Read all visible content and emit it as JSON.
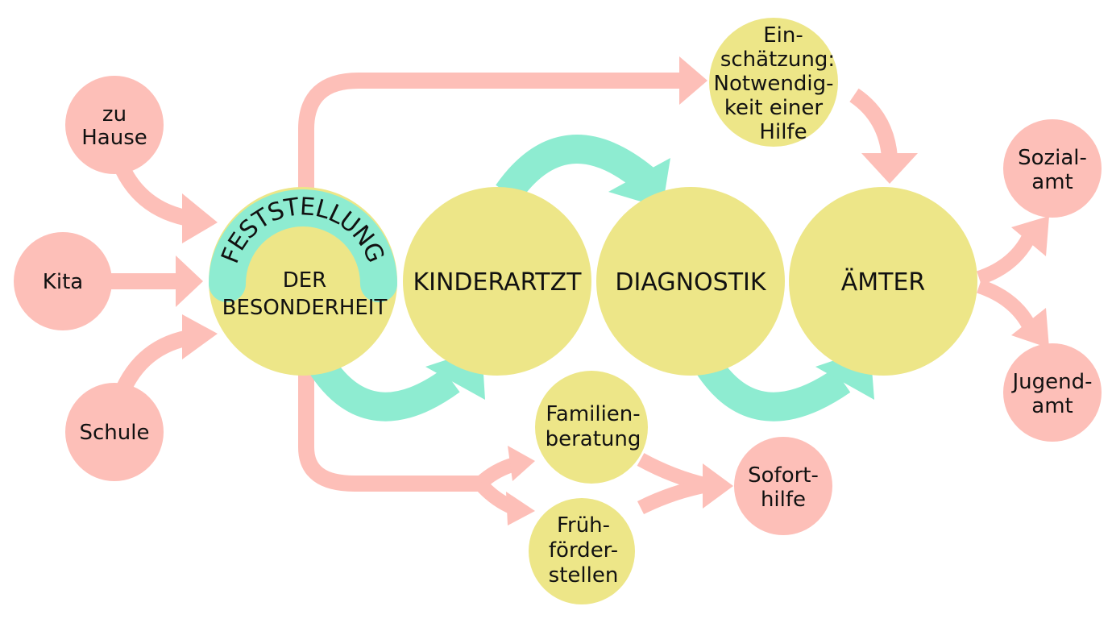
{
  "colors": {
    "pink": "#fdbfb8",
    "yellow": "#ede688",
    "teal": "#8eecd1",
    "text": "#111111"
  },
  "sources": {
    "home": [
      "zu",
      "Hause"
    ],
    "kita": [
      "Kita"
    ],
    "school": [
      "Schule"
    ]
  },
  "main": {
    "feststellung_arc": "FESTSTELLUNG",
    "feststellung": [
      "DER",
      "BESONDERHEIT"
    ],
    "kinderarzt": "KINDERARTZT",
    "diagnostik": "DIAGNOSTIK",
    "aemter": "ÄMTER"
  },
  "assessment": [
    "Ein-",
    "schätzung:",
    "Notwendig-",
    "keit einer",
    "Hilfe"
  ],
  "offices": {
    "social": [
      "Sozial-",
      "amt"
    ],
    "youth": [
      "Jugend-",
      "amt"
    ]
  },
  "services": {
    "family": [
      "Familien-",
      "beratung"
    ],
    "early": [
      "Früh-",
      "förder-",
      "stellen"
    ],
    "immediate": [
      "Sofort-",
      "hilfe"
    ]
  }
}
